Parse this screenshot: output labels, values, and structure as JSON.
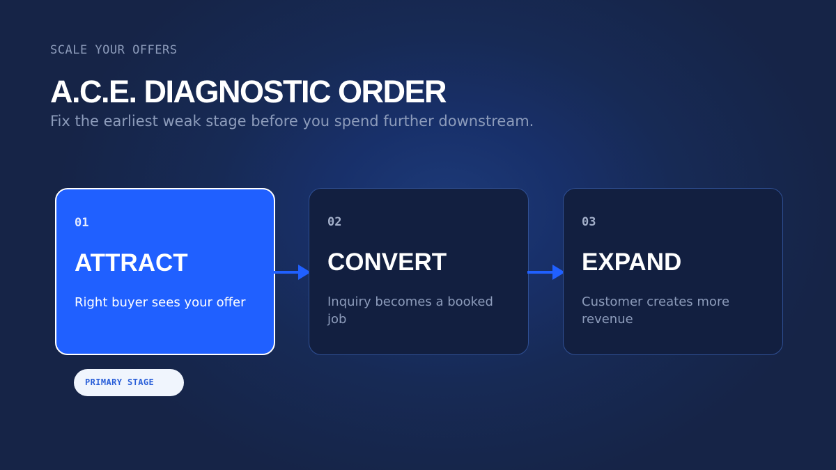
{
  "header": {
    "eyebrow": "SCALE YOUR OFFERS",
    "title": "A.C.E. DIAGNOSTIC ORDER",
    "subtitle": "Fix the earliest weak stage before you spend further downstream."
  },
  "stages": [
    {
      "number": "01",
      "title": "ATTRACT",
      "description": "Right buyer sees your offer",
      "active": true
    },
    {
      "number": "02",
      "title": "CONVERT",
      "description": "Inquiry becomes a booked job",
      "active": false
    },
    {
      "number": "03",
      "title": "EXPAND",
      "description": "Customer creates more revenue",
      "active": false
    }
  ],
  "badge": {
    "label": "PRIMARY STAGE"
  },
  "colors": {
    "background": "#172a55",
    "accent": "#2060ff",
    "card": "#121f40",
    "card_border": "#2f4f93",
    "muted_text": "#8d9cbb",
    "badge_bg": "#f0f5fd",
    "badge_text": "#2a5fd8"
  }
}
